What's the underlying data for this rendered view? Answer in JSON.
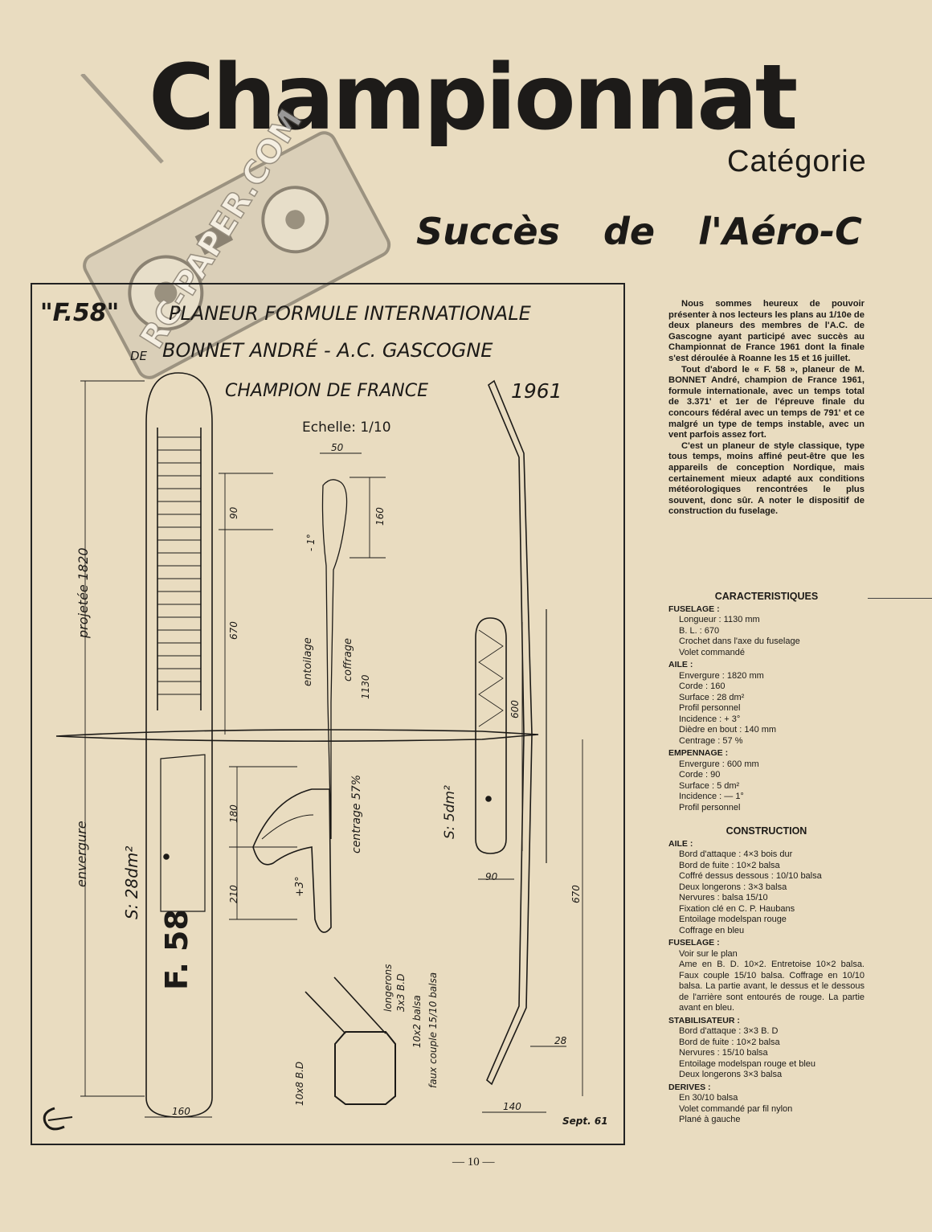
{
  "header": {
    "title": "Championnat",
    "category": "Catégorie",
    "subtitle": "Succès de l'Aéro-C"
  },
  "watermark": {
    "text": "RC-PAPER.COM"
  },
  "plan": {
    "model": "\"F.58\"",
    "heading": "PLANEUR FORMULE INTERNATIONALE",
    "author_prefix": "DE",
    "author": "BONNET ANDRÉ - A.C. GASCOGNE",
    "title_line": "CHAMPION DE FRANCE",
    "year": "1961",
    "scale": "Echelle: 1/10",
    "labels": {
      "projetee": "projetée 1820",
      "envergure": "envergure",
      "surface_wing": "S: 28dm²",
      "fin_name": "F. 58",
      "dim_90": "90",
      "dim_670": "670",
      "dim_50": "50",
      "dim_160": "160",
      "minus1": "- 1°",
      "entoilage": "entoilage",
      "coffrage": "coffrage",
      "dim_1130": "1130",
      "dim_180": "180",
      "dim_210": "210",
      "centrage": "centrage 57%",
      "plus3": "+3°",
      "surface_tail": "S: 5dm²",
      "dim_600": "600",
      "dim_90b": "90",
      "dim_670b": "670",
      "dim_28": "28",
      "dim_140": "140",
      "dim_160b": "160",
      "longerons": "longerons",
      "longerons_dim": "3x3 B.D",
      "balsa": "10x2 balsa",
      "faux_couple": "faux couple 15/10 balsa",
      "bord": "10x8 B.D",
      "date": "Sept. 61"
    }
  },
  "article": {
    "paragraphs": [
      "Nous sommes heureux de pouvoir présenter à nos lecteurs les plans au 1/10e de deux planeurs des membres de l'A.C. de Gascogne ayant participé avec succès au Championnat de France 1961 dont la finale s'est déroulée à Roanne les 15 et 16 juillet.",
      "Tout d'abord le « F. 58 », planeur de M. BONNET André, champion de France 1961, formule internationale, avec un temps total de 3.371' et 1er de l'épreuve finale du concours fédéral avec un temps de 791' et ce malgré un type de temps instable, avec un vent parfois assez fort.",
      "C'est un planeur de style classique, type tous temps, moins affiné peut-être que les appareils de conception Nordique, mais certainement mieux adapté aux conditions météorologiques rencontrées le plus souvent, donc sûr. A noter le dispositif de construction du fuselage."
    ]
  },
  "caracteristiques": {
    "title": "CARACTERISTIQUES",
    "sections": [
      {
        "name": "FUSELAGE :",
        "items": [
          "Longueur : 1130 mm",
          "B. L. : 670",
          "Crochet dans l'axe du fuselage",
          "Volet commandé"
        ]
      },
      {
        "name": "AILE :",
        "items": [
          "Envergure : 1820 mm",
          "Corde : 160",
          "Surface : 28 dm²",
          "Profil personnel",
          "Incidence : + 3°",
          "Dièdre en bout : 140 mm",
          "Centrage : 57 %"
        ]
      },
      {
        "name": "EMPENNAGE :",
        "items": [
          "Envergure : 600 mm",
          "Corde : 90",
          "Surface : 5 dm²",
          "Incidence : — 1°",
          "Profil personnel"
        ]
      }
    ]
  },
  "construction": {
    "title": "CONSTRUCTION",
    "sections": [
      {
        "name": "AILE :",
        "items": [
          "Bord d'attaque : 4×3 bois dur",
          "Bord de fuite : 10×2 balsa",
          "Coffré dessus dessous : 10/10 balsa",
          "Deux longerons : 3×3 balsa",
          "Nervures : balsa 15/10",
          "Fixation clé en C. P. Haubans",
          "Entoilage modelspan rouge",
          "Coffrage en bleu"
        ]
      },
      {
        "name": "FUSELAGE :",
        "items": [
          "Voir sur le plan"
        ],
        "text": "Ame en B. D. 10×2. Entretoise 10×2 balsa. Faux couple 15/10 balsa. Coffrage en 10/10 balsa. La partie avant, le dessus et le dessous de l'arrière sont entourés de rouge. La partie avant en bleu."
      },
      {
        "name": "STABILISATEUR :",
        "items": [
          "Bord d'attaque : 3×3 B. D",
          "Bord de fuite : 10×2 balsa",
          "Nervures : 15/10 balsa",
          "Entoilage modelspan rouge et bleu",
          "Deux longerons 3×3 balsa"
        ]
      },
      {
        "name": "DERIVES :",
        "items": [
          "En 30/10 balsa",
          "Volet commandé par fil nylon",
          "Plané à gauche"
        ]
      }
    ]
  },
  "footer": {
    "page": "— 10 —"
  }
}
